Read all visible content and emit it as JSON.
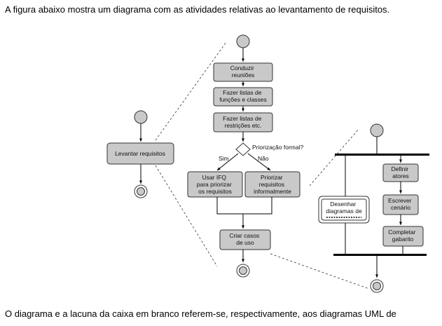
{
  "intro_text": "A figura abaixo mostra um diagrama com as atividades relativas ao levantamento de requisitos.",
  "question_text": "O diagrama e a lacuna da caixa em branco referem-se, respectivamente, aos diagramas UML de",
  "diagram": {
    "left": {
      "levantar": "Levantar requisitos"
    },
    "center": {
      "conduzir": [
        "Conduzir",
        "reuniões"
      ],
      "listas_funcoes": [
        "Fazer listas de",
        "funções e classes"
      ],
      "listas_restricoes": [
        "Fazer listas de",
        "restrições etc."
      ],
      "decision_label": "Priorização formal?",
      "sim": "Sim",
      "nao": "Não",
      "usar_ifq": [
        "Usar IFQ",
        "para priorizar",
        "os requisitos"
      ],
      "priorizar": [
        "Priorizar",
        "requisitos",
        "informalmente"
      ],
      "criar_casos": [
        "Criar casos",
        "de uso"
      ]
    },
    "right": {
      "desenhar": [
        "Desenhar",
        "diagramas de"
      ],
      "definir": [
        "Definir",
        "atores"
      ],
      "escrever": [
        "Escrever",
        "cenário"
      ],
      "completar": [
        "Completar",
        "gabarito"
      ]
    }
  }
}
